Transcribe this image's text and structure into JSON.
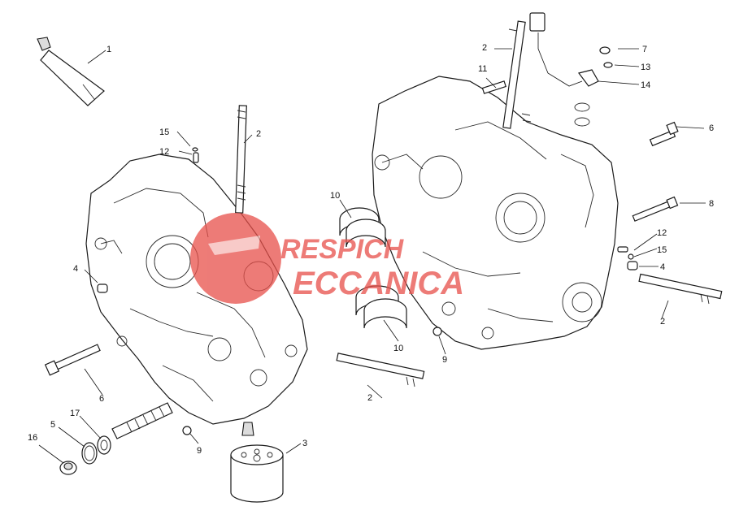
{
  "callouts": [
    "1",
    "2",
    "2",
    "2",
    "2",
    "3",
    "4",
    "4",
    "5",
    "6",
    "6",
    "7",
    "8",
    "9",
    "9",
    "10",
    "10",
    "11",
    "12",
    "12",
    "13",
    "14",
    "15",
    "15",
    "16",
    "17"
  ],
  "watermark": {
    "line1": "RESPICH",
    "line2": "ECCANICA",
    "color": "#e8504a"
  }
}
